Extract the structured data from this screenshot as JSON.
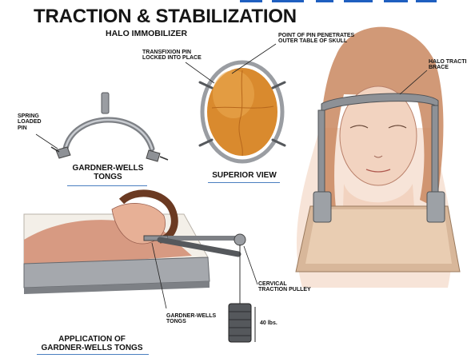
{
  "title": "TRACTION & STABILIZATION",
  "subtitle": "HALO IMMOBILIZER",
  "labels": {
    "transfixion_pin": "TRANSFIXION PIN\nLOCKED INTO PLACE",
    "point_of_pin": "POINT OF PIN PENETRATES\nOUTER TABLE OF SKULL",
    "halo_traction": "HALO TRACTI\nBRACE",
    "spring_loaded": "SPRING\nLOADED\nPIN",
    "cervical_pulley": "CERVICAL\nTRACTION PULLEY",
    "gardner_wells_small": "GARDNER-WELLS\nTONGS",
    "weight": "40 lbs."
  },
  "captions": {
    "gardner_wells": "GARDNER-WELLS\nTONGS",
    "superior_view": "SUPERIOR VIEW",
    "application": "APPLICATION OF\nGARDNER-WELLS TONGS"
  },
  "colors": {
    "underline": "#4a7fc0",
    "skull": "#d98a2e",
    "skin": "#f2c9b3",
    "hair": "#c9875f",
    "metal": "#8e9196",
    "top_strip": "#1f5fc0"
  }
}
